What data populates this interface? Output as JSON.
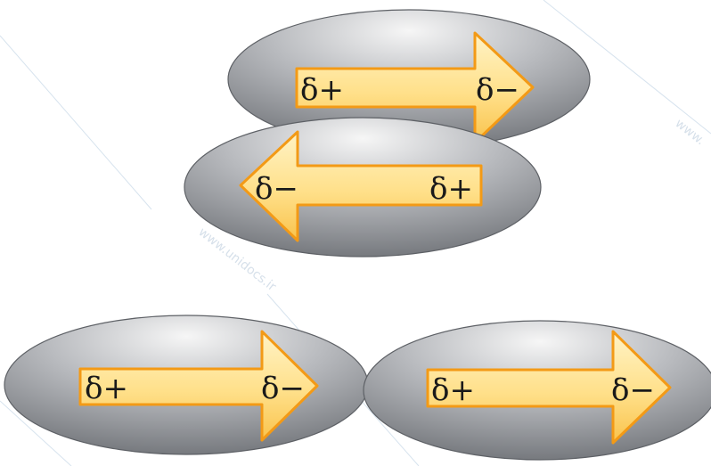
{
  "watermark": {
    "text_center": "www.unidocs.ir",
    "text_right_edge": "www."
  },
  "colors": {
    "arrow_fill_light": "#fff3c6",
    "arrow_fill_mid": "#ffe08a",
    "arrow_fill_dark": "#f9c34c",
    "arrow_stroke": "#f39a16",
    "ellipse_light": "#f6f6f6",
    "ellipse_mid": "#b9bbbf",
    "ellipse_dark": "#6f7277",
    "label": "#1a1a1a"
  },
  "molecules": {
    "top_right": {
      "arrow_direction": "right",
      "label_left": "δ+",
      "label_right": "δ−"
    },
    "middle": {
      "arrow_direction": "left",
      "label_left": "δ−",
      "label_right": "δ+"
    },
    "bottom_left": {
      "arrow_direction": "right",
      "label_left": "δ+",
      "label_right": "δ−"
    },
    "bottom_right": {
      "arrow_direction": "right",
      "label_left": "δ+",
      "label_right": "δ−"
    }
  }
}
